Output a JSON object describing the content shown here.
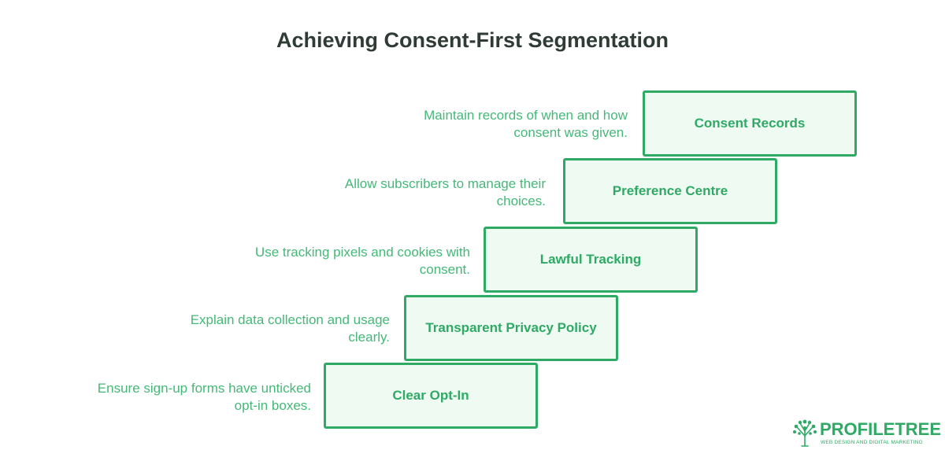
{
  "title": "Achieving Consent-First Segmentation",
  "steps": [
    {
      "label": "Clear Opt-In",
      "description": "Ensure sign-up forms have unticked opt-in boxes."
    },
    {
      "label": "Transparent Privacy Policy",
      "description": "Explain data collection and usage clearly."
    },
    {
      "label": "Lawful Tracking",
      "description": "Use tracking pixels and cookies with consent."
    },
    {
      "label": "Preference Centre",
      "description": "Allow subscribers to manage their choices."
    },
    {
      "label": "Consent Records",
      "description": "Maintain records of when and how consent was given."
    }
  ],
  "logo": {
    "name": "PROFILETREE",
    "tagline": "WEB DESIGN AND DIGITAL MARKETING",
    "icon": "tree-icon"
  },
  "colors": {
    "accent": "#2eaa65",
    "box_fill": "#eefaf2",
    "description_text": "#45b878",
    "title_text": "#2f3b35"
  }
}
